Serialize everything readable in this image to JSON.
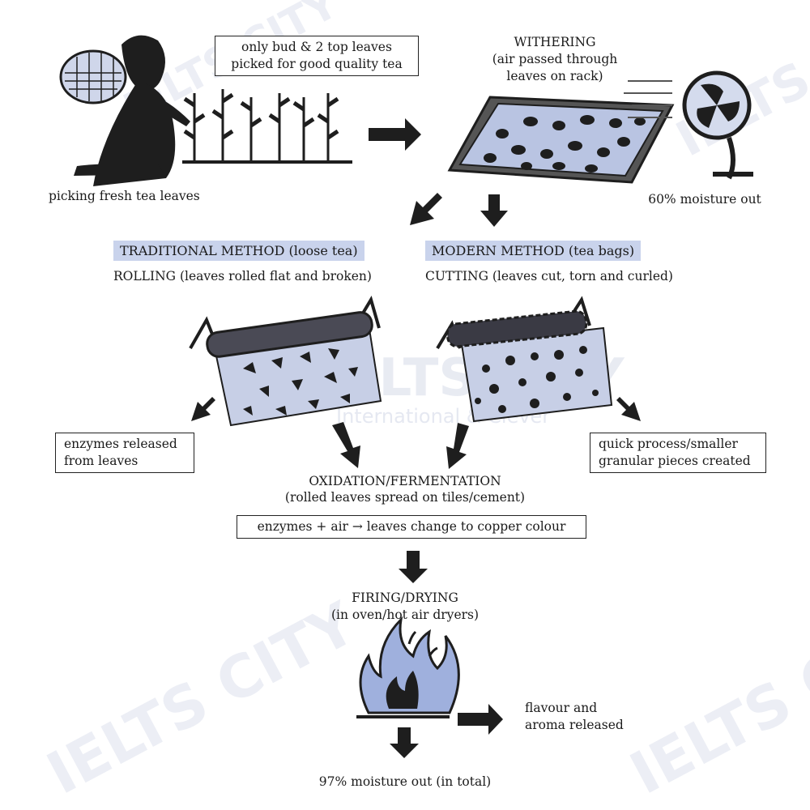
{
  "pick": {
    "note": "only bud & 2 top leaves\npicked for good quality tea",
    "caption": "picking fresh tea leaves"
  },
  "withering": {
    "title": "WITHERING",
    "desc": "(air passed through\nleaves on rack)",
    "moisture": "60% moisture out"
  },
  "traditional": {
    "title": "TRADITIONAL METHOD (loose tea)",
    "step": "ROLLING (leaves rolled flat and broken)",
    "note": "enzymes released\nfrom leaves"
  },
  "modern": {
    "title": "MODERN METHOD (tea bags)",
    "step": "CUTTING (leaves cut, torn and curled)",
    "note": "quick process/smaller\ngranular pieces created"
  },
  "oxidation": {
    "title": "OXIDATION/FERMENTATION",
    "desc": "(rolled leaves spread on tiles/cement)",
    "formula": "enzymes + air → leaves change to copper colour"
  },
  "firing": {
    "title": "FIRING/DRYING",
    "desc": "(in oven/hot air dryers)",
    "result": "flavour and\naroma released",
    "moisture": "97% moisture out (in total)"
  },
  "watermark": {
    "brand": "IELTS CITY",
    "tagline": "International & Clever"
  },
  "colors": {
    "highlight": "#c9d3ec",
    "ink": "#1a1a1a",
    "tray": "#b9c4e2",
    "flame": "#9fb0dd"
  }
}
